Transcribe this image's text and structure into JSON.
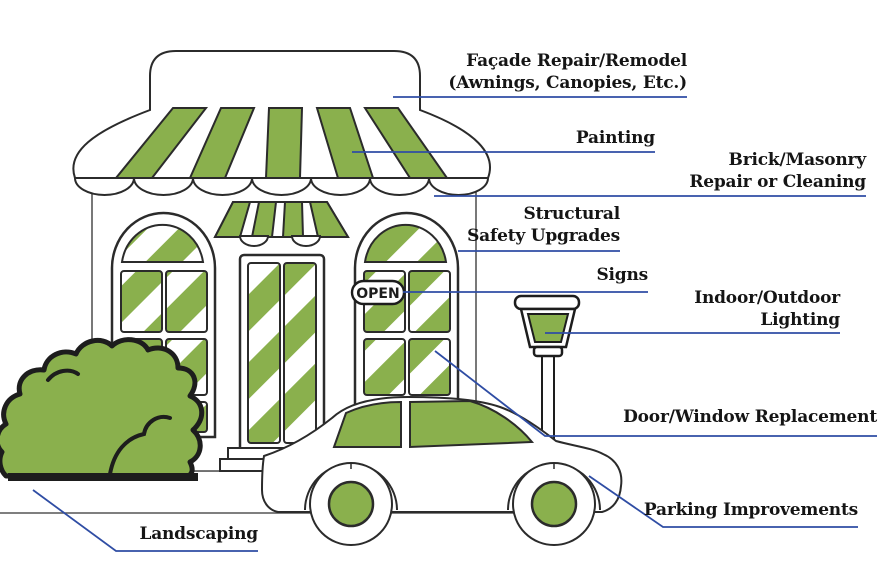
{
  "colors": {
    "accent_green": "#8AB04D",
    "leader_blue": "#2F4DA4",
    "outline_dark": "#2B2B2B",
    "wall_gray": "#6A6A6A",
    "label_text": "#151515"
  },
  "storefront": {
    "open_sign_text": "OPEN"
  },
  "labels": {
    "facade": {
      "line1": "Façade Repair/Remodel",
      "line2": "(Awnings, Canopies, Etc.)"
    },
    "painting": {
      "line1": "Painting"
    },
    "brick_masonry": {
      "line1": "Brick/Masonry",
      "line2": "Repair or Cleaning"
    },
    "structural": {
      "line1": "Structural",
      "line2": "Safety Upgrades"
    },
    "signs": {
      "line1": "Signs"
    },
    "lighting": {
      "line1": "Indoor/Outdoor",
      "line2": "Lighting"
    },
    "door_window": {
      "line1": "Door/Window Replacement"
    },
    "parking": {
      "line1": "Parking Improvements"
    },
    "landscaping": {
      "line1": "Landscaping"
    }
  }
}
